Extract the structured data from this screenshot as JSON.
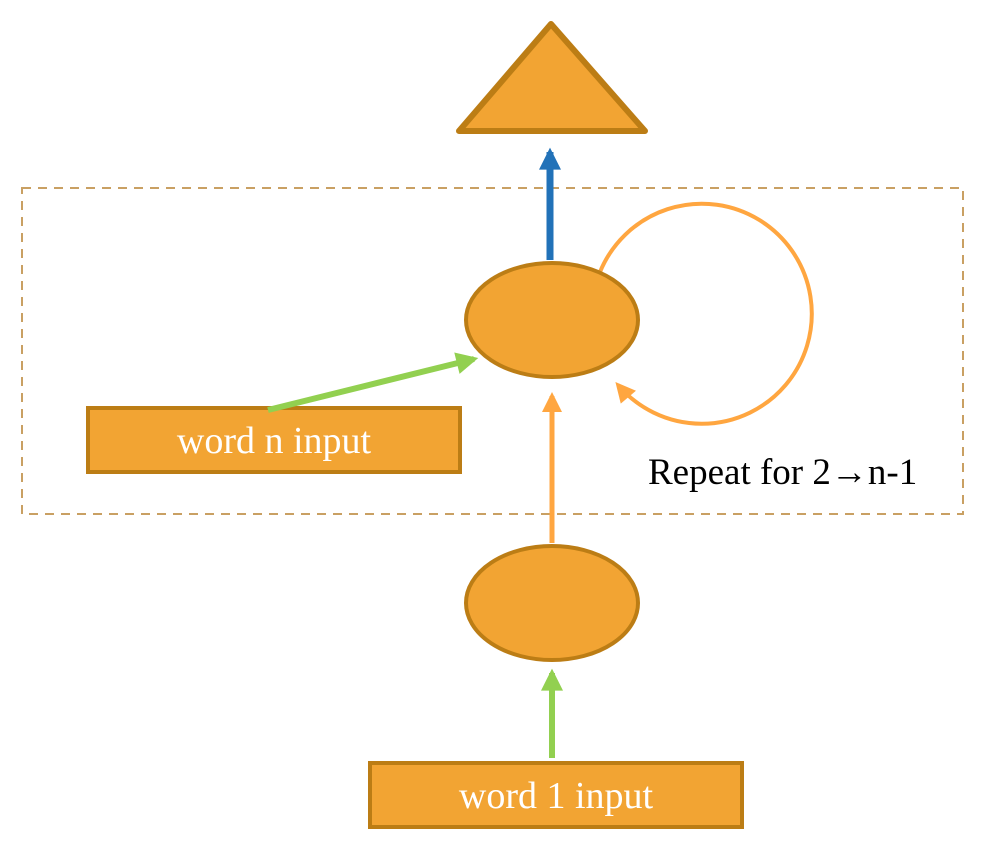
{
  "diagram": {
    "note_text": "Repeat for 2→n-1",
    "boxes": {
      "word_n_label": "word n input",
      "word_1_label": "word 1 input"
    },
    "colors": {
      "node_fill": "#F2A433",
      "node_stroke": "#BC7D15",
      "loop_arrow": "#FFA640",
      "green_arrow": "#92D050",
      "blue_arrow": "#2272B8",
      "dashed_border": "#C9A063",
      "box_text": "#FFFFFF",
      "note_color": "#000000",
      "background": "#FFFFFF"
    }
  }
}
